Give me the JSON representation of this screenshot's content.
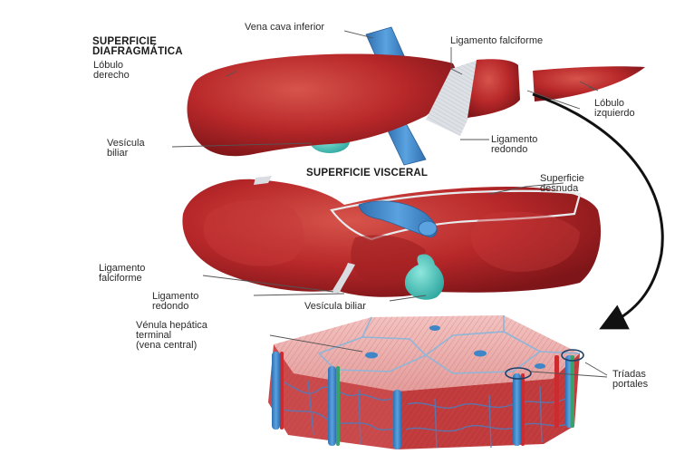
{
  "headings": {
    "diaphragmatic": "SUPERFICIE\nDIAFRAGMÁTICA",
    "visceral": "SUPERFICIE VISCERAL"
  },
  "labels": {
    "ivc": "Vena cava inferior",
    "falciform_top": "Ligamento falciforme",
    "right_lobe": "Lóbulo\nderecho",
    "left_lobe": "Lóbulo\nizquierdo",
    "gallbladder_top": "Vesícula\nbiliar",
    "round_ligament_top": "Ligamento\nredondo",
    "bare_area": "Superficie\ndesnuda",
    "falciform_bottom": "Ligamento\nfalciforme",
    "round_ligament_bottom": "Ligamento\nredondo",
    "gallbladder_bottom": "Vesícula biliar",
    "central_vein": "Vénula hepática\nterminal\n(vena central)",
    "portal_triads": "Tríadas\nportales"
  },
  "colors": {
    "liver": "#b8282a",
    "liver_dark": "#8e1a1c",
    "liver_light": "#d24a44",
    "vein": "#3f86c8",
    "gallbladder": "#45c6bd",
    "ligament": "#d9dde2",
    "tissue": "#e9a9a8",
    "arrow": "#111111"
  }
}
